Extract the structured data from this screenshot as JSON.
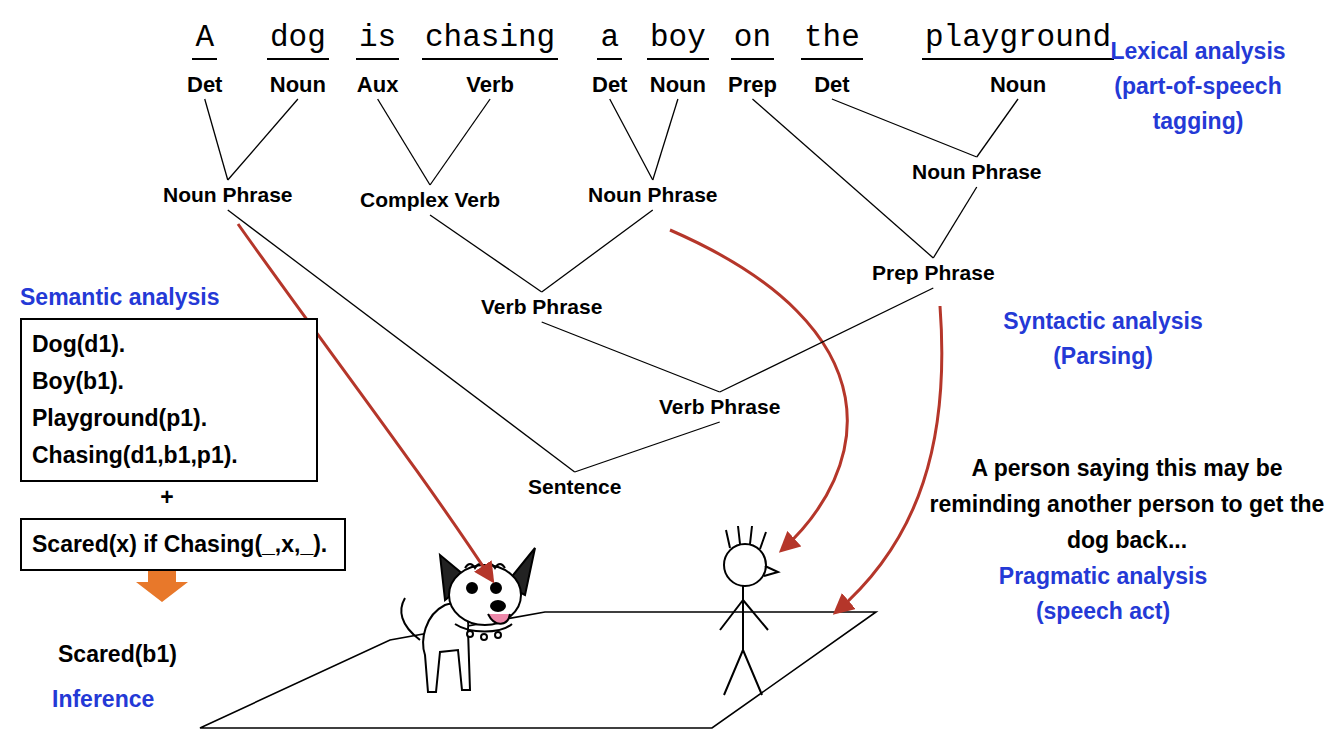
{
  "diagram": {
    "nodes": [
      {
        "text": [
          "A",
          "Det"
        ]
      },
      {
        "text": [
          "dog",
          "Noun"
        ]
      },
      {
        "text": [
          "is",
          "Aux"
        ]
      },
      {
        "text": [
          "chasing",
          "Verb"
        ]
      },
      {
        "text": [
          "a",
          "Det"
        ]
      },
      {
        "text": [
          "boy",
          "Noun"
        ]
      },
      {
        "text": [
          "on",
          "Prep"
        ]
      },
      {
        "text": [
          "the",
          "Det"
        ]
      },
      {
        "text": [
          "playground",
          "Noun"
        ]
      },
      {
        "text": [
          "Noun Phrase"
        ]
      },
      {
        "text": [
          "Complex Verb"
        ]
      },
      {
        "text": [
          "Noun Phrase"
        ]
      },
      {
        "text": [
          "Noun Phrase"
        ]
      },
      {
        "text": [
          "Prep Phrase"
        ]
      },
      {
        "text": [
          "Verb Phrase"
        ]
      },
      {
        "text": [
          "Verb Phrase"
        ]
      },
      {
        "text": [
          "Sentence"
        ]
      },
      {
        "text": [
          "Dog(d1).",
          "Boy(b1).",
          "Playground(p1).",
          "Chasing(d1,b1,p1)."
        ]
      },
      {
        "text": [
          "Scared(x) if Chasing(_,x,_)."
        ]
      }
    ],
    "edges": [
      {
        "from": 0,
        "to": 9,
        "arrow": "none"
      },
      {
        "from": 1,
        "to": 9,
        "arrow": "none"
      },
      {
        "from": 2,
        "to": 10,
        "arrow": "none"
      },
      {
        "from": 3,
        "to": 10,
        "arrow": "none"
      },
      {
        "from": 4,
        "to": 11,
        "arrow": "none"
      },
      {
        "from": 5,
        "to": 11,
        "arrow": "none"
      },
      {
        "from": 7,
        "to": 12,
        "arrow": "none"
      },
      {
        "from": 8,
        "to": 12,
        "arrow": "none"
      },
      {
        "from": 6,
        "to": 13,
        "arrow": "none"
      },
      {
        "from": 12,
        "to": 13,
        "arrow": "none"
      },
      {
        "from": 10,
        "to": 14,
        "arrow": "none"
      },
      {
        "from": 11,
        "to": 14,
        "arrow": "none"
      },
      {
        "from": 14,
        "to": 15,
        "arrow": "none"
      },
      {
        "from": 13,
        "to": 15,
        "arrow": "none"
      },
      {
        "from": 9,
        "to": 16,
        "arrow": "none"
      },
      {
        "from": 15,
        "to": 16,
        "arrow": "none"
      }
    ],
    "labels": [
      "Lexical analysis (part-of-speech tagging)",
      "Semantic analysis",
      "+",
      "Syntactic analysis (Parsing)",
      "Scared(b1)",
      "Inference",
      "A person saying this may be reminding another person to get the dog back...",
      "Pragmatic analysis (speech act)"
    ]
  }
}
